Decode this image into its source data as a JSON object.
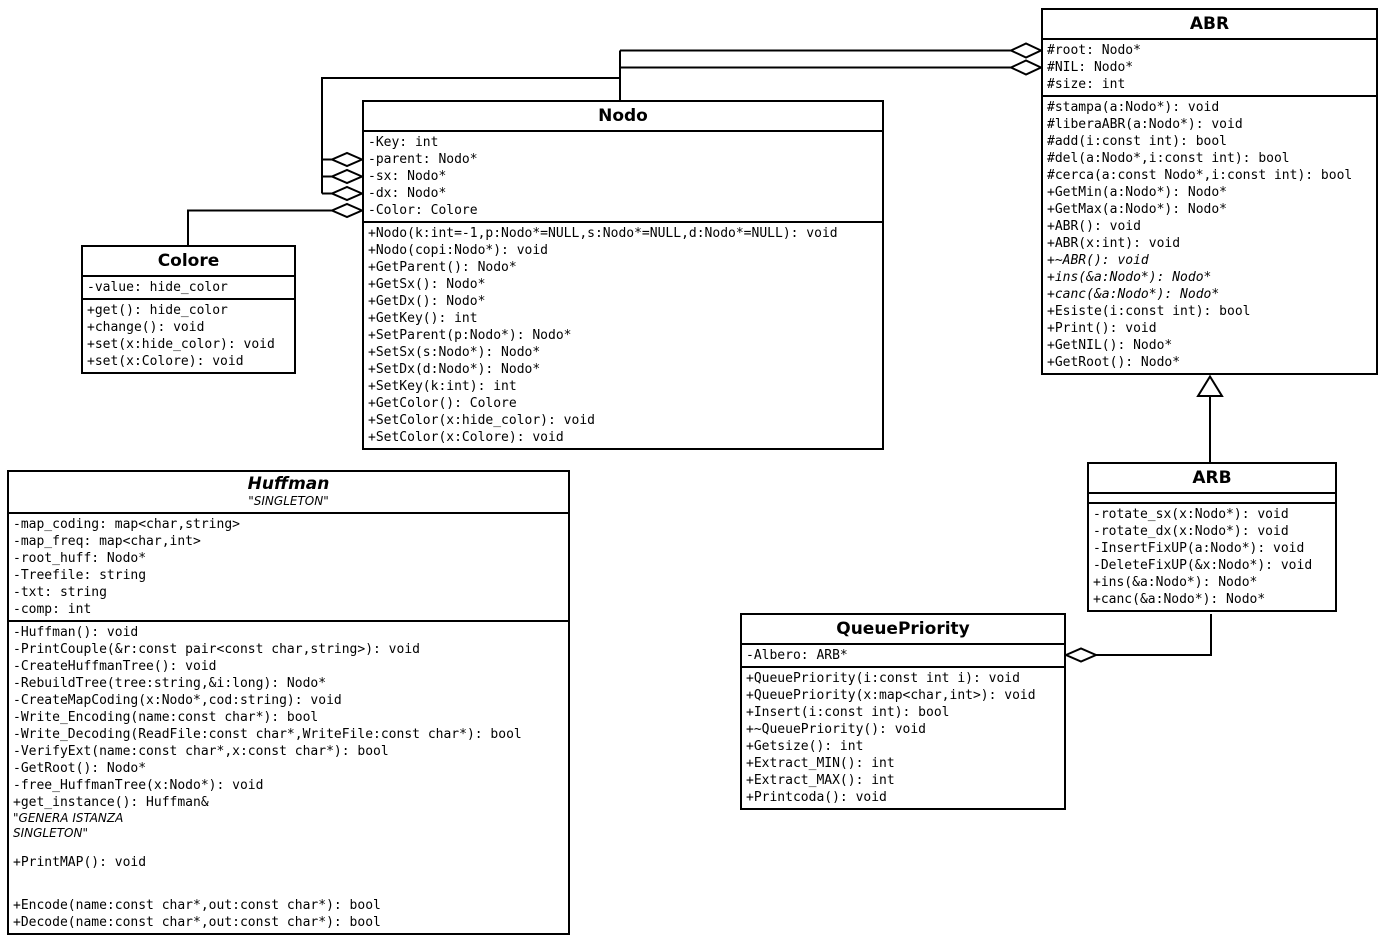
{
  "diagram": {
    "classes": {
      "abr": {
        "name": "ABR",
        "attributes": [
          "#root: Nodo*",
          "#NIL: Nodo*",
          "#size: int"
        ],
        "methods": [
          "#stampa(a:Nodo*): void",
          "#liberaABR(a:Nodo*): void",
          "#add(i:const int): bool",
          "#del(a:Nodo*,i:const int): bool",
          "#cerca(a:const Nodo*,i:const int): bool",
          "+GetMin(a:Nodo*): Nodo*",
          "+GetMax(a:Nodo*): Nodo*",
          "+ABR(): void",
          "+ABR(x:int): void",
          {
            "text": "+~ABR(): void",
            "italic": true
          },
          {
            "text": "+ins(&a:Nodo*): Nodo*",
            "italic": true
          },
          {
            "text": "+canc(&a:Nodo*): Nodo*",
            "italic": true
          },
          "+Esiste(i:const int): bool",
          "+Print(): void",
          "+GetNIL(): Nodo*",
          "+GetRoot(): Nodo*"
        ]
      },
      "nodo": {
        "name": "Nodo",
        "attributes": [
          "-Key: int",
          "-parent: Nodo*",
          "-sx: Nodo*",
          "-dx: Nodo*",
          "-Color: Colore"
        ],
        "methods": [
          "+Nodo(k:int=-1,p:Nodo*=NULL,s:Nodo*=NULL,d:Nodo*=NULL): void",
          "+Nodo(copi:Nodo*): void",
          "+GetParent(): Nodo*",
          "+GetSx(): Nodo*",
          "+GetDx(): Nodo*",
          "+GetKey(): int",
          "+SetParent(p:Nodo*): Nodo*",
          "+SetSx(s:Nodo*): Nodo*",
          "+SetDx(d:Nodo*): Nodo*",
          "+SetKey(k:int): int",
          "+GetColor(): Colore",
          "+SetColor(x:hide_color): void",
          "+SetColor(x:Colore): void"
        ]
      },
      "colore": {
        "name": "Colore",
        "attributes": [
          "-value: hide_color"
        ],
        "methods": [
          "+get(): hide_color",
          "+change(): void",
          "+set(x:hide_color): void",
          "+set(x:Colore): void"
        ]
      },
      "huffman": {
        "name": "Huffman",
        "stereotype": "\"SINGLETON\"",
        "attributes": [
          "-map_coding: map<char,string>",
          "-map_freq: map<char,int>",
          "-root_huff: Nodo*",
          "-Treefile: string",
          "-txt: string",
          "-comp: int"
        ],
        "methods": [
          "-Huffman(): void",
          "-PrintCouple(&r:const pair<const char,string>): void",
          "-CreateHuffmanTree(): void",
          "-RebuildTree(tree:string,&i:long): Nodo*",
          "-CreateMapCoding(x:Nodo*,cod:string): void",
          "-Write_Encoding(name:const char*): bool",
          "-Write_Decoding(ReadFile:const char*,WriteFile:const char*): bool",
          "-VerifyExt(name:const char*,x:const char*): bool",
          "-GetRoot(): Nodo*",
          "-free_HuffmanTree(x:Nodo*): void",
          "+get_instance(): Huffman&",
          {
            "text": "\"GENERA ISTANZA",
            "annotation": true
          },
          {
            "text": "SINGLETON\"",
            "annotation": true
          },
          "",
          "+PrintMAP(): void",
          "",
          "",
          "+Encode(name:const char*,out:const char*): bool",
          "+Decode(name:const char*,out:const char*): bool"
        ]
      },
      "arb": {
        "name": "ARB",
        "attributes": [],
        "methods": [
          "-rotate_sx(x:Nodo*): void",
          "-rotate_dx(x:Nodo*): void",
          "-InsertFixUP(a:Nodo*): void",
          "-DeleteFixUP(&x:Nodo*): void",
          "+ins(&a:Nodo*): Nodo*",
          "+canc(&a:Nodo*): Nodo*"
        ]
      },
      "queuepriority": {
        "name": "QueuePriority",
        "attributes": [
          "-Albero: ARB*"
        ],
        "methods": [
          "+QueuePriority(i:const int i): void",
          "+QueuePriority(x:map<char,int>): void",
          "+Insert(i:const int): bool",
          "+~QueuePriority(): void",
          "+Getsize(): int",
          "+Extract_MIN(): int",
          "+Extract_MAX(): int",
          "+Printcoda(): void"
        ]
      }
    },
    "relationships": [
      {
        "from": "ABR",
        "to": "Nodo",
        "type": "aggregation",
        "count": 2
      },
      {
        "from": "Nodo",
        "to": "Nodo",
        "type": "aggregation",
        "count": 3
      },
      {
        "from": "Nodo",
        "to": "Colore",
        "type": "aggregation",
        "count": 1
      },
      {
        "from": "ARB",
        "to": "ABR",
        "type": "generalization",
        "count": 1
      },
      {
        "from": "QueuePriority",
        "to": "ARB",
        "type": "aggregation",
        "count": 1
      }
    ]
  }
}
